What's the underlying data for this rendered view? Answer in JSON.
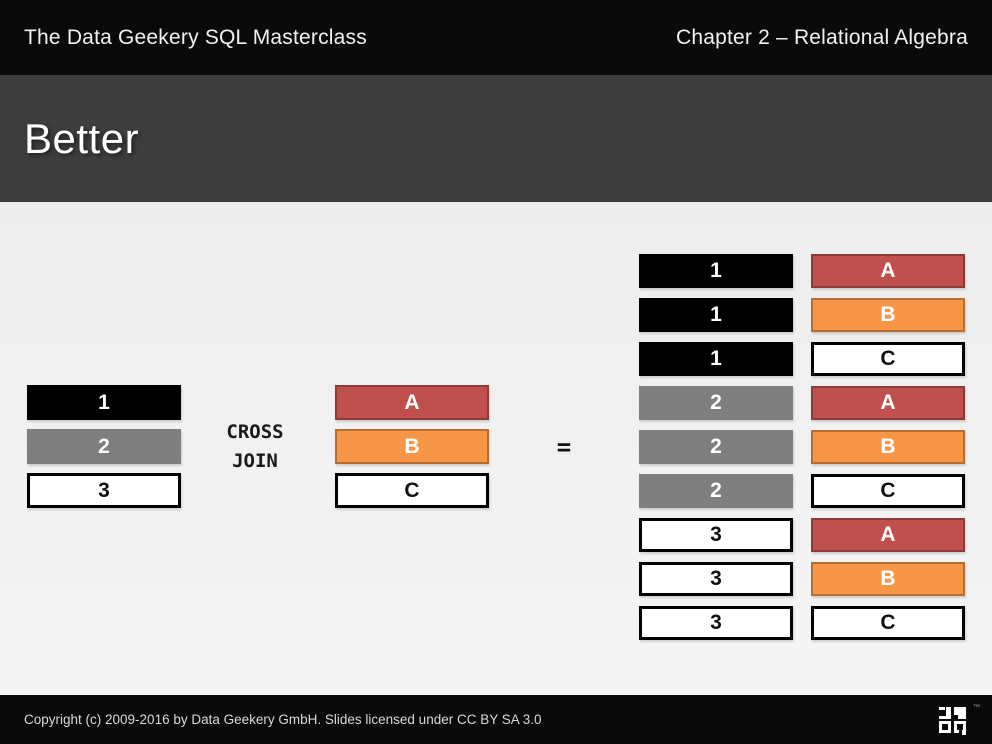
{
  "header": {
    "left_title": "The Data Geekery SQL Masterclass",
    "right_title": "Chapter 2 – Relational Algebra"
  },
  "slide": {
    "title": "Better"
  },
  "cross_join": {
    "operator_line1": "CROSS",
    "operator_line2": "JOIN",
    "equals_sign": "=",
    "left_operand": [
      {
        "value": "1",
        "variant": "black"
      },
      {
        "value": "2",
        "variant": "gray"
      },
      {
        "value": "3",
        "variant": "white"
      }
    ],
    "right_operand": [
      {
        "value": "A",
        "variant": "red"
      },
      {
        "value": "B",
        "variant": "orange"
      },
      {
        "value": "C",
        "variant": "white"
      }
    ],
    "result": [
      {
        "left": {
          "value": "1",
          "variant": "black"
        },
        "right": {
          "value": "A",
          "variant": "red"
        }
      },
      {
        "left": {
          "value": "1",
          "variant": "black"
        },
        "right": {
          "value": "B",
          "variant": "orange"
        }
      },
      {
        "left": {
          "value": "1",
          "variant": "black"
        },
        "right": {
          "value": "C",
          "variant": "white"
        }
      },
      {
        "left": {
          "value": "2",
          "variant": "gray"
        },
        "right": {
          "value": "A",
          "variant": "red"
        }
      },
      {
        "left": {
          "value": "2",
          "variant": "gray"
        },
        "right": {
          "value": "B",
          "variant": "orange"
        }
      },
      {
        "left": {
          "value": "2",
          "variant": "gray"
        },
        "right": {
          "value": "C",
          "variant": "white"
        }
      },
      {
        "left": {
          "value": "3",
          "variant": "white"
        },
        "right": {
          "value": "A",
          "variant": "red"
        }
      },
      {
        "left": {
          "value": "3",
          "variant": "white"
        },
        "right": {
          "value": "B",
          "variant": "orange"
        }
      },
      {
        "left": {
          "value": "3",
          "variant": "white"
        },
        "right": {
          "value": "C",
          "variant": "white"
        }
      }
    ]
  },
  "footer": {
    "copyright": "Copyright (c) 2009-2016 by Data Geekery GmbH. Slides licensed under CC BY SA 3.0",
    "logo_name": "jooq-logo",
    "trademark": "™"
  },
  "colors": {
    "header_bg": "#0a0a0a",
    "title_band_bg": "#3d3d3d",
    "body_bg": "#f0f0f0",
    "black_cell": "#000000",
    "gray_cell": "#7f7f7f",
    "white_cell": "#ffffff",
    "red_cell": "#c0504d",
    "red_cell_border": "#8e3a38",
    "orange_cell": "#f79646",
    "orange_cell_border": "#b66d31",
    "footer_text": "#d9d9d9"
  }
}
